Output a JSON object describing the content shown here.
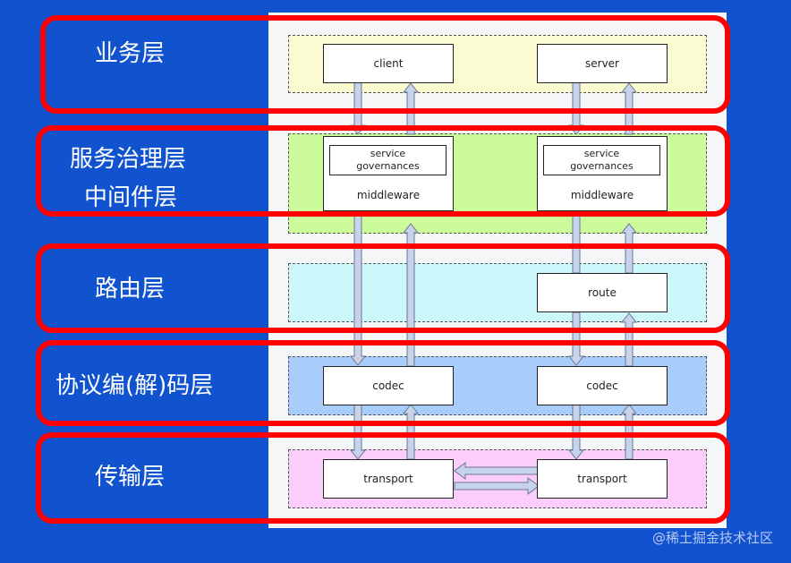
{
  "layers": [
    {
      "id": "app",
      "label": "业务层"
    },
    {
      "id": "gov",
      "label_lines": [
        "服务治理层",
        "中间件层"
      ]
    },
    {
      "id": "route",
      "label": "路由层"
    },
    {
      "id": "codec",
      "label": "协议编(解)码层"
    },
    {
      "id": "transport",
      "label": "传输层"
    }
  ],
  "nodes": {
    "client": "client",
    "server": "server",
    "service_governances_line1": "service",
    "service_governances_line2": "governances",
    "middleware": "middleware",
    "route": "route",
    "codec": "codec",
    "transport": "transport"
  },
  "watermark": "@稀土掘金技术社区",
  "colors": {
    "background": "#1153cf",
    "highlight": "#ff0000",
    "arrow_fill": "#c6d3ea",
    "band_app": "#fbfbd2",
    "band_gov": "#ccfb9c",
    "band_route": "#cdf8fb",
    "band_codec": "#a9cdfa",
    "band_transport": "#fbcdfb"
  }
}
